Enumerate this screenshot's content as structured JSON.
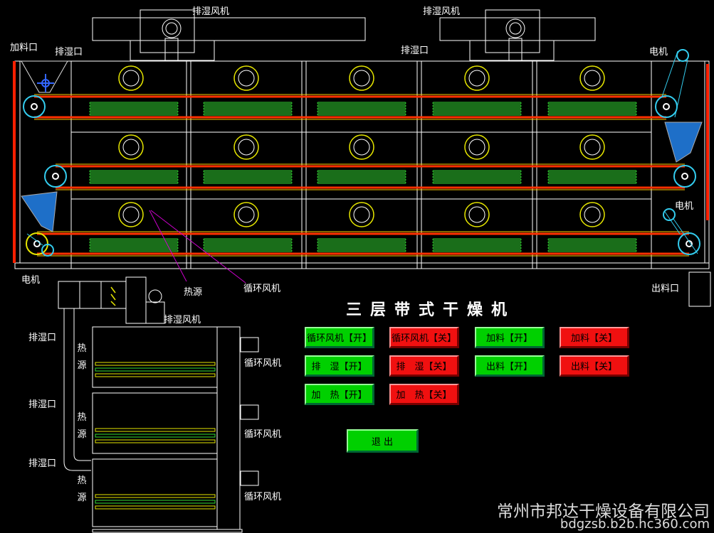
{
  "labels": {
    "top_exhaust_fan_1": "排湿风机",
    "top_exhaust_fan_2": "排湿风机",
    "feed_inlet": "加料口",
    "exhaust_port_left": "排湿口",
    "exhaust_port_mid": "排湿口",
    "motor_top_right": "电机",
    "motor_mid_right": "电机",
    "motor_bottom_left": "电机",
    "discharge_port": "出料口",
    "heat_source_callout": "热源",
    "circulation_fan_callout": "循环风机",
    "side_exhaust_fan": "排湿风机",
    "side_exhaust_port_1": "排湿口",
    "side_exhaust_port_2": "排湿口",
    "side_exhaust_port_3": "排湿口",
    "side_heat_1": "热源",
    "side_heat_2": "热源",
    "side_heat_3": "热源",
    "side_circ_fan_1": "循环风机",
    "side_circ_fan_2": "循环风机",
    "side_circ_fan_3": "循环风机"
  },
  "title": "三层带式干燥机",
  "buttons": {
    "circ_fan_on": "循环风机【开】",
    "circ_fan_off": "循环风机【关】",
    "feed_on": "加料【开】",
    "feed_off": "加料【关】",
    "exhaust_on": "排　湿【开】",
    "exhaust_off": "排　湿【关】",
    "discharge_on": "出料【开】",
    "discharge_off": "出料【关】",
    "heat_on": "加　热【开】",
    "heat_off": "加　热【关】",
    "exit": "退 出"
  },
  "footer": {
    "company": "常州市邦达干燥设备有限公司",
    "url": "bdgzsb.b2b.hc360.com"
  },
  "colors": {
    "on": "#00d000",
    "off": "#f01010",
    "belt": "#ff3000",
    "heater": "#33dd33",
    "fan_ring": "#e6e600",
    "roller": "#33ccee"
  }
}
